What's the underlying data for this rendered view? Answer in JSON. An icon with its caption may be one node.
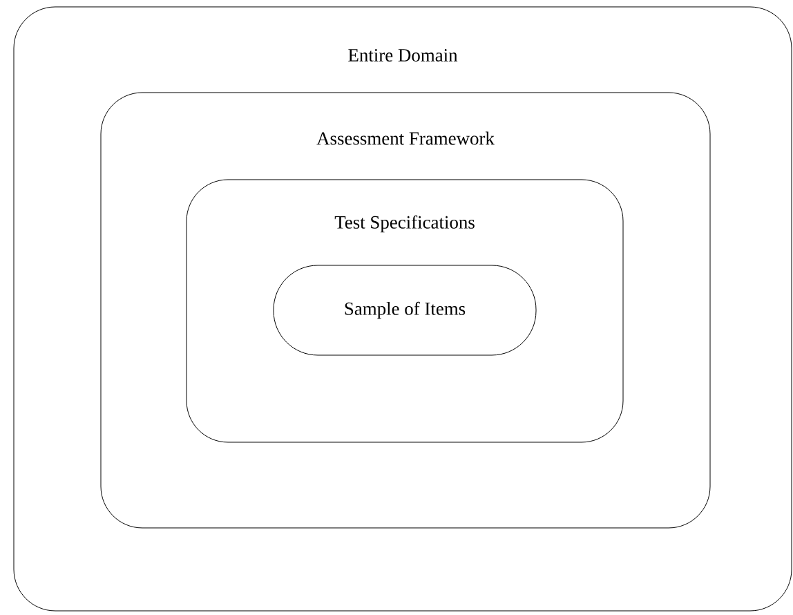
{
  "diagram": {
    "nodes": [
      {
        "text": [
          "Entire Domain"
        ]
      },
      {
        "text": [
          "Assessment Framework"
        ],
        "in": 0
      },
      {
        "text": [
          "Test Specifications"
        ],
        "in": 1
      },
      {
        "text": [
          "Sample of Items"
        ],
        "in": 2
      }
    ]
  }
}
